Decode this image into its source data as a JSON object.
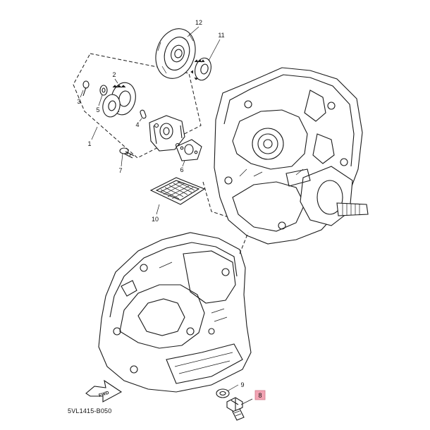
{
  "diagram": {
    "code": "5VL1415-B050",
    "fwd_label": "FWD",
    "highlight_color": "#f2a3b3",
    "callouts": [
      {
        "id": "12",
        "label": "12"
      },
      {
        "id": "11",
        "label": "11"
      },
      {
        "id": "2",
        "label": "2"
      },
      {
        "id": "3",
        "label": "3"
      },
      {
        "id": "5",
        "label": "5"
      },
      {
        "id": "4",
        "label": "4"
      },
      {
        "id": "1",
        "label": "1"
      },
      {
        "id": "6",
        "label": "6"
      },
      {
        "id": "7",
        "label": "7"
      },
      {
        "id": "10",
        "label": "10"
      },
      {
        "id": "9",
        "label": "9"
      },
      {
        "id": "8",
        "label": "8",
        "highlighted": true
      }
    ]
  }
}
